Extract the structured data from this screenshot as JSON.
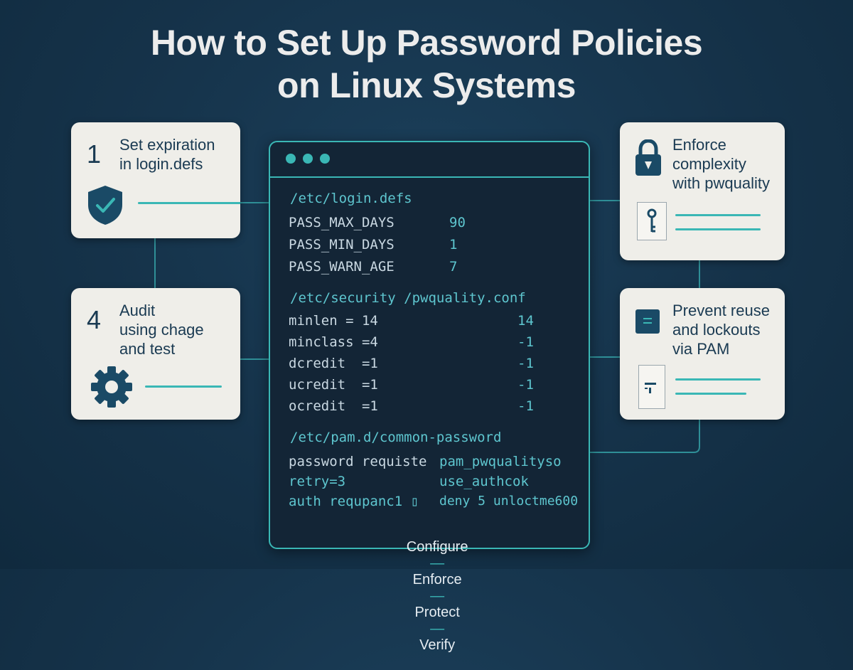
{
  "title": {
    "line1": "How to Set Up Password Policies",
    "line2": "on Linux Systems"
  },
  "steps": {
    "step1": {
      "number": "1",
      "text_line1": "Set expiration",
      "text_line2": "in login.defs"
    },
    "step4": {
      "number": "4",
      "text_line1": "Audit",
      "text_line2": "using chage",
      "text_line3": "and test"
    },
    "complexity": {
      "text_line1": "Enforce",
      "text_line2": "complexity",
      "text_line3": "with pwquality"
    },
    "reuse": {
      "text_line1": "Prevent reuse",
      "text_line2": "and lockouts",
      "text_line3": "via PAM"
    }
  },
  "terminal": {
    "login_defs": {
      "header": "/etc/login.defs",
      "rows": [
        {
          "key": "PASS_MAX_DAYS",
          "value": "90"
        },
        {
          "key": "PASS_MIN_DAYS",
          "value": "1"
        },
        {
          "key": "PASS_WARN_AGE",
          "value": "7"
        }
      ]
    },
    "pwquality": {
      "header": "/etc/security /pwquality.conf",
      "rows": [
        {
          "key": "minlen = 14",
          "value": "14"
        },
        {
          "key": "minclass =4",
          "value": "-1"
        },
        {
          "key": "dcredit  =1",
          "value": "-1"
        },
        {
          "key": "ucredit  =1",
          "value": "-1"
        },
        {
          "key": "ocredit  =1",
          "value": "-1"
        }
      ]
    },
    "pam": {
      "header": "/etc/pam.d/common-password",
      "rows": [
        {
          "left": "password requiste",
          "right": "pam_pwqualityso"
        },
        {
          "left": "retry=3",
          "right": "use_authcok"
        },
        {
          "left": "auth requpanc1 ▯",
          "right": "deny 5 unloctme600"
        }
      ]
    },
    "footer": {
      "step1": "Configure",
      "step2": "Enforce",
      "step3": "Protect",
      "step4": "Verify",
      "separator": "—"
    }
  },
  "icons": {
    "shield": "shield-check-icon",
    "gear": "gear-icon",
    "lock": "lock-icon",
    "key": "key-icon",
    "pam_box": "document-icon",
    "pam_doc": "document-icon"
  },
  "colors": {
    "background": "#153249",
    "accent": "#3ab7b5",
    "card": "#efeee9",
    "card_text": "#1a3a52",
    "terminal_bg": "#132536"
  }
}
